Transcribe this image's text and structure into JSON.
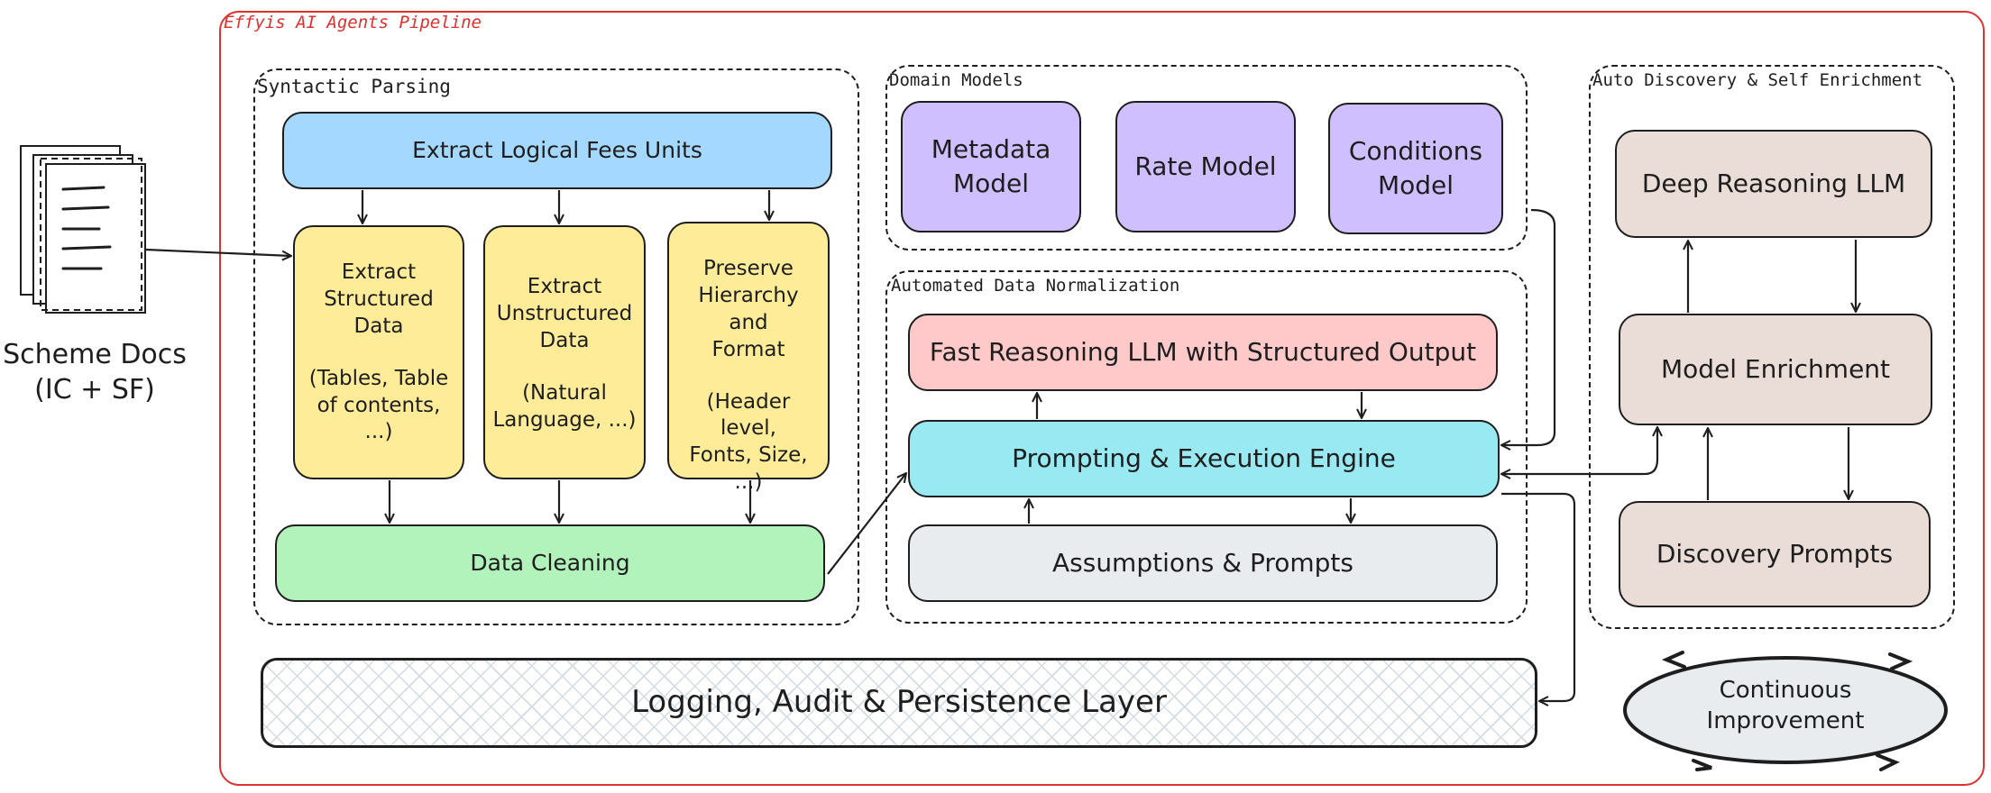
{
  "pipeline_title": "Effyis AI Agents Pipeline",
  "scheme_docs": {
    "label": "Scheme Docs\n(IC + SF)",
    "icon": "document-stack-icon"
  },
  "syntactic_parsing": {
    "title": "Syntactic Parsing",
    "extract_units": "Extract Logical Fees Units",
    "structured": {
      "title": "Extract\nStructured\nData",
      "detail": "(Tables, Table\nof contents,\n...)"
    },
    "unstructured": {
      "title": "Extract\nUnstructured\nData",
      "detail": "(Natural\nLanguage, ...)"
    },
    "hierarchy": {
      "title": "Preserve\nHierarchy and\nFormat",
      "detail": "(Header level,\nFonts, Size,\n...)"
    },
    "data_cleaning": "Data Cleaning"
  },
  "domain_models": {
    "title": "Domain Models",
    "metadata": "Metadata\nModel",
    "rate": "Rate Model",
    "conditions": "Conditions\nModel"
  },
  "normalization": {
    "title": "Automated Data Normalization",
    "fast_llm": "Fast Reasoning LLM with Structured Output",
    "engine": "Prompting & Execution Engine",
    "assumptions": "Assumptions & Prompts"
  },
  "auto_discovery": {
    "title": "Auto Discovery & Self Enrichment",
    "deep_llm": "Deep Reasoning LLM",
    "enrichment": "Model Enrichment",
    "discovery_prompts": "Discovery Prompts"
  },
  "logging_layer": "Logging, Audit & Persistence Layer",
  "continuous_improvement": "Continuous\nImprovement",
  "colors": {
    "frame": "#e03131",
    "blue": "#a5d8ff",
    "yellow": "#ffec99",
    "green": "#b2f2bb",
    "purple": "#d0bfff",
    "pink": "#ffc9c9",
    "cyan": "#99e9f2",
    "grey": "#e9ecef",
    "tan": "#eaddd7"
  }
}
